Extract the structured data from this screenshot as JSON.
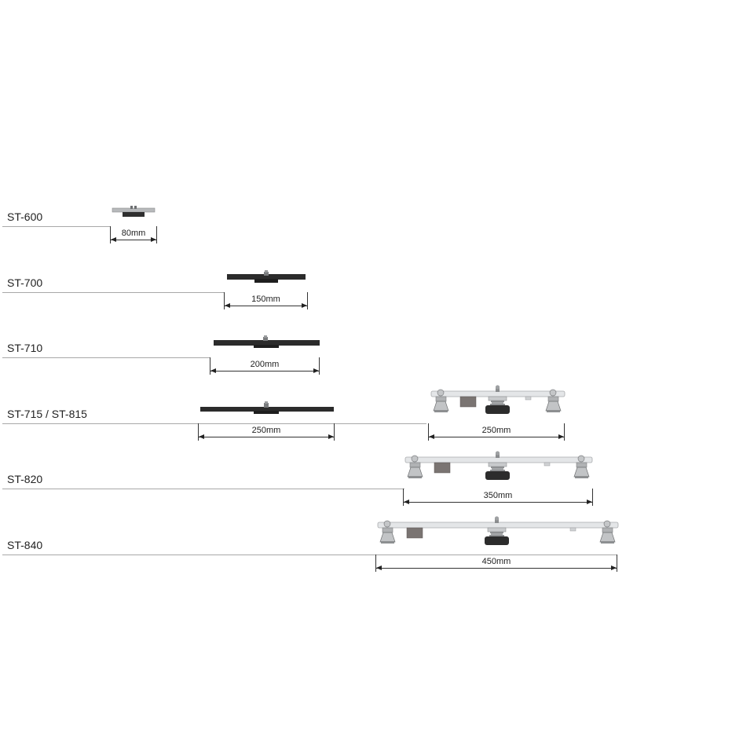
{
  "rows": [
    {
      "model": "ST-600",
      "dimensions": [
        "80mm"
      ]
    },
    {
      "model": "ST-700",
      "dimensions": [
        "150mm"
      ]
    },
    {
      "model": "ST-710",
      "dimensions": [
        "200mm"
      ]
    },
    {
      "model": "ST-715 / ST-815",
      "dimensions": [
        "250mm",
        "250mm"
      ]
    },
    {
      "model": "ST-820",
      "dimensions": [
        "350mm"
      ]
    },
    {
      "model": "ST-840",
      "dimensions": [
        "450mm"
      ]
    }
  ],
  "colors": {
    "dark_bar": "#2b2b2b",
    "silver_bar": "#e4e6e8",
    "baseline": "#a8a8a8",
    "dimension_line": "#333333",
    "text": "#222222"
  }
}
